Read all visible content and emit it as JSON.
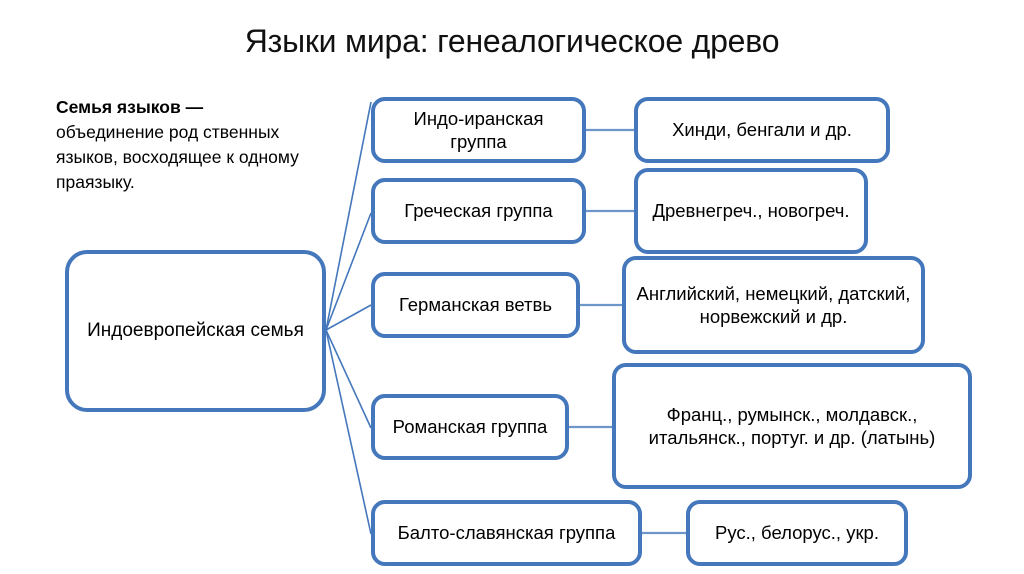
{
  "slide": {
    "title": "Языки мира: генеалогическое древо",
    "accent_color": "#4477bb",
    "background_color": "#ffffff",
    "text_color": "#000000"
  },
  "definition": {
    "lead": "Семья языков —",
    "body": " объединение род ственных языков, восходящее к одному праязыку."
  },
  "tree": {
    "root": {
      "label": "Индоевропейская семья"
    },
    "branches": [
      {
        "group": "Индо-иранская группа",
        "languages": "Хинди, бенгали и др."
      },
      {
        "group": "Греческая группа",
        "languages": "Древнегреч., новогреч."
      },
      {
        "group": "Германская ветвь",
        "languages": "Английский, немецкий, датский, норвежский и др."
      },
      {
        "group": "Романская группа",
        "languages": "Франц., румынск., молдавск., итальянск., португ. и др. (латынь)"
      },
      {
        "group": "Балто-славянская группа",
        "languages": "Рус., белорус., укр."
      }
    ]
  }
}
